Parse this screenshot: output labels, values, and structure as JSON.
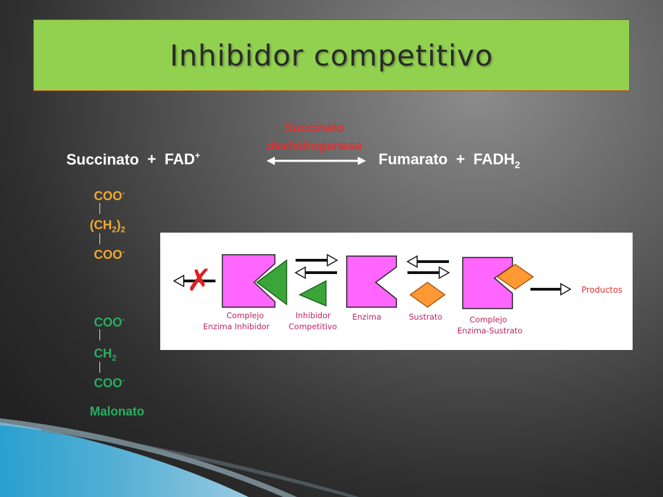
{
  "slide": {
    "title": "Inhibidor competitivo",
    "colors": {
      "title_bg": "#92d050",
      "enzyme": "#ff66ff",
      "inhibitor": "#3aa63a",
      "substrate": "#ff9933",
      "productos": "#e03030",
      "x_mark": "#e02020"
    }
  },
  "reaction": {
    "enzyme_line1": "Succinato",
    "enzyme_line2": "deshidrogenasa",
    "left_side": {
      "succinato": "Succinato",
      "plus": "+",
      "fad": "FAD",
      "fad_sup": "+"
    },
    "right_side": {
      "fumarato": "Fumarato",
      "plus": "+",
      "fadh": "FADH",
      "fadh_sub": "2"
    }
  },
  "succinate_structure": {
    "coo_top": "COO",
    "coo_top_sup": "-",
    "ch2_open": "(CH",
    "ch2_sub": "2",
    "ch2_close": ")",
    "ch2_sub2": "2",
    "coo_bottom": "COO",
    "coo_bottom_sup": "-"
  },
  "malonate_structure": {
    "coo_top": "COO",
    "coo_top_sup": "-",
    "ch": "CH",
    "ch_sub": "2",
    "coo_bottom": "COO",
    "coo_bottom_sup": "-",
    "name": "Malonato"
  },
  "diagram": {
    "label_complejo_inhibidor_1": "Complejo",
    "label_complejo_inhibidor_2": "Enzima Inhibidor",
    "label_inhibidor_1": "Inhibidor",
    "label_inhibidor_2": "Competitivo",
    "label_enzima": "Enzima",
    "label_sustrato": "Sustrato",
    "label_complejo_sustrato_1": "Complejo",
    "label_complejo_sustrato_2": "Enzima-Sustrato",
    "label_productos": "Productos",
    "x_mark": "✗"
  }
}
